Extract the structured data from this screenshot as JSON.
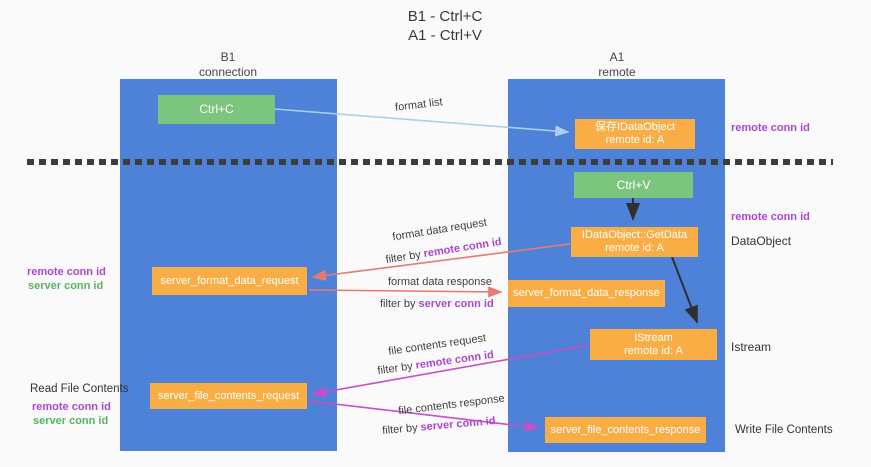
{
  "title": {
    "line1": "B1 - Ctrl+C",
    "line2": "A1 - Ctrl+V"
  },
  "columns": {
    "left": {
      "name": "B1",
      "subtitle": "connection"
    },
    "right": {
      "name": "A1",
      "subtitle": "remote"
    }
  },
  "nodes": {
    "ctrl_c": "Ctrl+C",
    "ctrl_v": "Ctrl+V",
    "save_idataobject": {
      "line1": "保存IDataObject",
      "line2": "remote id: A"
    },
    "getdata": {
      "line1": "IDataObject::GetData",
      "line2": "remote id: A"
    },
    "istream": {
      "line1": "IStream",
      "line2": "remote id: A"
    },
    "format_request": "server_format_data_request",
    "format_response": "server_format_data_response",
    "file_request": "server_file_contents_request",
    "file_response": "server_file_contents_response"
  },
  "edge_labels": {
    "format_list": "format list",
    "format_data_request": "format data request",
    "format_data_response": "format data response",
    "file_contents_request": "file contents request",
    "file_contents_response": "file contents response",
    "filter_by": "filter by",
    "remote_conn_id": "remote conn id",
    "server_conn_id": "server conn id"
  },
  "side_labels": {
    "remote_conn_id": "remote conn id",
    "server_conn_id": "server conn id",
    "dataobject": "DataObject",
    "istream": "Istream",
    "read_file_contents": "Read File Contents",
    "write_file_contents": "Write File Contents"
  },
  "colors": {
    "lifeline_blue": "#4d82d8",
    "node_orange": "#f9ae45",
    "node_green": "#7cc57e",
    "arrow_light_blue": "#a8d0ee",
    "arrow_black": "#2f2f2f",
    "arrow_salmon": "#e8796f",
    "arrow_magenta": "#c94ec9",
    "label_purple": "#ab47cf",
    "label_green": "#58b460",
    "dash_dark": "#3c3c3c"
  }
}
